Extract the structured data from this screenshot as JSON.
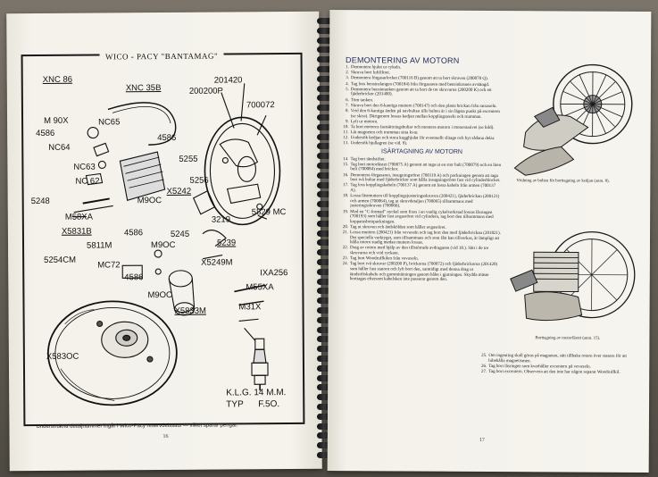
{
  "left_page": {
    "diagram_title": "WICO - PACY \"BANTAMAG\"",
    "parts": [
      {
        "key": "xnc86",
        "text": "XNC 86",
        "underlined": true
      },
      {
        "key": "xnc35b",
        "text": "XNC 35B",
        "underlined": true
      },
      {
        "key": "p201420",
        "text": "201420",
        "underlined": false
      },
      {
        "key": "p200200p",
        "text": "200200P",
        "underlined": false
      },
      {
        "key": "p700072",
        "text": "700072",
        "underlined": false
      },
      {
        "key": "m90x",
        "text": "M 90X",
        "underlined": false
      },
      {
        "key": "nc65",
        "text": "NC65",
        "underlined": false
      },
      {
        "key": "p4586a",
        "text": "4586",
        "underlined": false
      },
      {
        "key": "nc64",
        "text": "NC64",
        "underlined": false
      },
      {
        "key": "nc63",
        "text": "NC63",
        "underlined": false
      },
      {
        "key": "nc62",
        "text": "NC 62",
        "underlined": false
      },
      {
        "key": "p4586b",
        "text": "4586",
        "underlined": false
      },
      {
        "key": "p5255",
        "text": "5255",
        "underlined": false
      },
      {
        "key": "p5256",
        "text": "5256",
        "underlined": false
      },
      {
        "key": "p5248",
        "text": "5248",
        "underlined": false
      },
      {
        "key": "m90c_a",
        "text": "M9OC",
        "underlined": false
      },
      {
        "key": "x5242",
        "text": "X5242",
        "underlined": true
      },
      {
        "key": "m58xa",
        "text": "M58XA",
        "underlined": false
      },
      {
        "key": "p3219",
        "text": "3219",
        "underlined": false
      },
      {
        "key": "p5829mc",
        "text": "5829 MC",
        "underlined": false
      },
      {
        "key": "x5831b",
        "text": "X5831B",
        "underlined": true
      },
      {
        "key": "p4586c",
        "text": "4586",
        "underlined": false
      },
      {
        "key": "p5245",
        "text": "5245",
        "underlined": false
      },
      {
        "key": "p5811m",
        "text": "5811M",
        "underlined": false
      },
      {
        "key": "m90c_b",
        "text": "M9OC",
        "underlined": false
      },
      {
        "key": "p5239",
        "text": "5239",
        "underlined": true
      },
      {
        "key": "p5254cm",
        "text": "5254CM",
        "underlined": false
      },
      {
        "key": "mc72",
        "text": "MC72",
        "underlined": false
      },
      {
        "key": "x5249m",
        "text": "X5249M",
        "underlined": false
      },
      {
        "key": "ixa256",
        "text": "IXA256",
        "underlined": false
      },
      {
        "key": "p4586d",
        "text": "4586",
        "underlined": false
      },
      {
        "key": "m55xa",
        "text": "M55XA",
        "underlined": false
      },
      {
        "key": "m90c_c",
        "text": "M9OC",
        "underlined": false
      },
      {
        "key": "x5833m",
        "text": "X5833M",
        "underlined": true
      },
      {
        "key": "m31x",
        "text": "M31X",
        "underlined": false
      },
      {
        "key": "x5830c",
        "text": "X583OC",
        "underlined": false
      }
    ],
    "spark_plug_text": "K.L.G. 14 M.M.\nTYP      F.5O.",
    "caption": "Understrukna detaljnummer ingår i Wico-Pacy reservdelssats — vilket sparar pengar.",
    "page_number": "16"
  },
  "right_page": {
    "title": "DEMONTERING AV MOTORN",
    "steps": [
      {
        "n": "1.",
        "t": "Demontera hjulet ur cykeln."
      },
      {
        "n": "2.",
        "t": "Skruva bort luftfiltret."
      },
      {
        "n": "3.",
        "t": "Demontera förgasarlocket (700116 B) genom att ta bort skruven (200070 Q)."
      },
      {
        "n": "4.",
        "t": "Tag loss bensinslangen (700184) från förgasaren med bensinkranen avstängd."
      },
      {
        "n": "5.",
        "t": "Demontera bensintanken genom att ta bort de tre skruvarna (200200 K) och ett fjäderbrickor (201400)."
      },
      {
        "n": "6.",
        "t": "Töm tanken."
      },
      {
        "n": "7.",
        "t": "Skruva bort den 6-kantiga muttern (700147) och den platta brickan från ratsaxeln."
      },
      {
        "n": "8.",
        "t": "Vrid den 6-kantiga änden på navbulten tills bulten är i sin lägsta punkt på excentern (se skiss). Därigenom lossas kedjan mellan kopplingsaxeln och trumman."
      },
      {
        "n": "9.",
        "t": "Lyft ur motorn."
      },
      {
        "n": "10.",
        "t": "Ta bort motorns fastsättningsbultar och montera motorn i motorstativet (se bild)."
      },
      {
        "n": "11.",
        "t": "Låt magneten och trumman sitta kvar."
      },
      {
        "n": "12.",
        "t": "Undersök kedjan och stora kugghjulet för eventuellt slitage och byt sådana delar."
      },
      {
        "n": "13.",
        "t": "Undersök hjullagren (se vid. 9)."
      }
    ],
    "subtitle": "ISÄRTAGNING AV MOTORN",
    "steps2": [
      {
        "n": "14.",
        "t": "Tag bort tändstiftet."
      },
      {
        "n": "15.",
        "t": "Tag bort motorfästet (700075 A) genom att taga ut en stor bult (700079) och en liten bult (700084) med brickor."
      },
      {
        "n": "16.",
        "t": "Demontera förgasaren, insugningsröret (700119 A) och packningen genom att taga bort två bultar med fjäderbrickor som hålla insugningsröret fast vid cylinderblocket."
      },
      {
        "n": "17.",
        "t": "Tag loss kopplingskabeln (700137 A) genom att lossa kabeln från armen (700137 A)."
      },
      {
        "n": "18.",
        "t": "Lossa fästmuttern till kopplingsjusteringsskruven (200421), fjäderbrickan (200121) och armen (700064), tag ut skruvdetaljen (700065) tillsammans med justeringsskruven (700066)."
      },
      {
        "n": "19.",
        "t": "Med en \"C-formad\" nyckel som fixes i en vanlig cykelverkstad lossas låsringen (700193) som håller fast avgasröret vid cylindern, tag bort den tillsammans med kopparasbestpackningen."
      },
      {
        "n": "20.",
        "t": "Tag ut skruven och ändskölden som håller avgasröret."
      },
      {
        "n": "21.",
        "t": "Lossa muttern (200421) från vevaxeln och tag bort den med fjäderbrickan (201821). Det speciella verktyget, som tillsammans och som fått kan tillverkas, är lämpligt att hålla rotorn stadig medan muttern lossas."
      },
      {
        "n": "22.",
        "t": "Drag av rotorn med hjälp av den tillstörrade avdragaren (vid 18.). Sätt i de tre skruvarna och vrid ryckare."
      },
      {
        "n": "23.",
        "t": "Tag bort Woodruffkilen från vevaxeln."
      },
      {
        "n": "24.",
        "t": "Tag bort två skruvar (200200 P), brickorna (700072) och fjäderbrickorna (201420) som håller fast statorn och lyft bort den, samtidigt med denna drag ut tändstiftskabeln och gummitätningen genom hålet i gjutningen. Skydda mäste borttagas eftersom kabelsken inte passerar genom den."
      }
    ],
    "steps3": [
      {
        "n": "25.",
        "t": "Om ingenting skall göras på magneten, sätt tillbaka rotorn över statorn för att bibehålla magnetismen."
      },
      {
        "n": "26.",
        "t": "Tag bort låsringen som kvarhåller excentern på vevaxeln."
      },
      {
        "n": "27.",
        "t": "Tag bort excentern. Observera att den inte har någon separat Woodruffkil."
      }
    ],
    "fig1_caption": "Vridning av bulten för borttagning av kedjan (anm. 8).",
    "fig2_caption": "Borttagning av motorfästet (anm. 15).",
    "page_number": "17"
  }
}
